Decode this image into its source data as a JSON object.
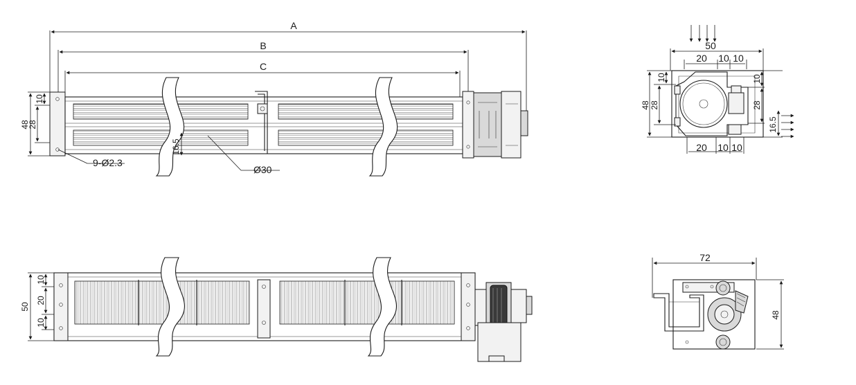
{
  "top_view": {
    "dim_a": "A",
    "dim_b": "B",
    "dim_c": "C",
    "left_48": "48",
    "left_28": "28",
    "left_10": "10",
    "holes_callout": "9-Ø2.3",
    "inner_16_5": "16.5",
    "diameter_callout": "Ø30"
  },
  "end_view_top": {
    "width_50": "50",
    "top_20": "20",
    "top_10a": "10",
    "top_10b": "10",
    "bottom_20": "20",
    "bottom_10a": "10",
    "bottom_10b": "10",
    "left_48": "48",
    "left_28": "28",
    "left_10": "10",
    "right_10": "10",
    "right_28": "28",
    "right_16_5": "16.5"
  },
  "bottom_view": {
    "left_50": "50",
    "left_10a": "10",
    "left_20": "20",
    "left_10b": "10"
  },
  "end_view_bottom": {
    "width_72": "72",
    "height_48": "48"
  }
}
